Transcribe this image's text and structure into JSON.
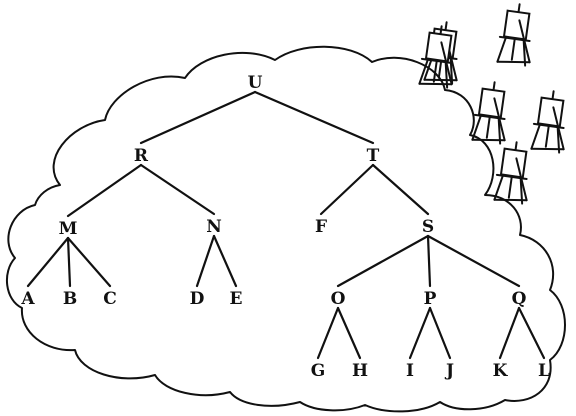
{
  "tree": {
    "nodes": [
      {
        "id": "U",
        "label": "U"
      },
      {
        "id": "R",
        "label": "R"
      },
      {
        "id": "T",
        "label": "T"
      },
      {
        "id": "M",
        "label": "M"
      },
      {
        "id": "N",
        "label": "N"
      },
      {
        "id": "F",
        "label": "F"
      },
      {
        "id": "S",
        "label": "S"
      },
      {
        "id": "A",
        "label": "A"
      },
      {
        "id": "B",
        "label": "B"
      },
      {
        "id": "C",
        "label": "C"
      },
      {
        "id": "D",
        "label": "D"
      },
      {
        "id": "E",
        "label": "E"
      },
      {
        "id": "O",
        "label": "O"
      },
      {
        "id": "P",
        "label": "P"
      },
      {
        "id": "Q",
        "label": "Q"
      },
      {
        "id": "G",
        "label": "G"
      },
      {
        "id": "H",
        "label": "H"
      },
      {
        "id": "I",
        "label": "I"
      },
      {
        "id": "J",
        "label": "J"
      },
      {
        "id": "K",
        "label": "K"
      },
      {
        "id": "L",
        "label": "L"
      }
    ],
    "edges": [
      [
        "U",
        "R"
      ],
      [
        "U",
        "T"
      ],
      [
        "R",
        "M"
      ],
      [
        "R",
        "N"
      ],
      [
        "T",
        "F"
      ],
      [
        "T",
        "S"
      ],
      [
        "M",
        "A"
      ],
      [
        "M",
        "B"
      ],
      [
        "M",
        "C"
      ],
      [
        "N",
        "D"
      ],
      [
        "N",
        "E"
      ],
      [
        "S",
        "O"
      ],
      [
        "S",
        "P"
      ],
      [
        "S",
        "Q"
      ],
      [
        "O",
        "G"
      ],
      [
        "O",
        "H"
      ],
      [
        "P",
        "I"
      ],
      [
        "P",
        "J"
      ],
      [
        "Q",
        "K"
      ],
      [
        "Q",
        "L"
      ]
    ]
  },
  "decorations": {
    "background_shape": "cloud",
    "easel_icon": "easel-icon",
    "easel_count": 6
  },
  "colors": {
    "ink": "#111111",
    "background": "#ffffff"
  }
}
